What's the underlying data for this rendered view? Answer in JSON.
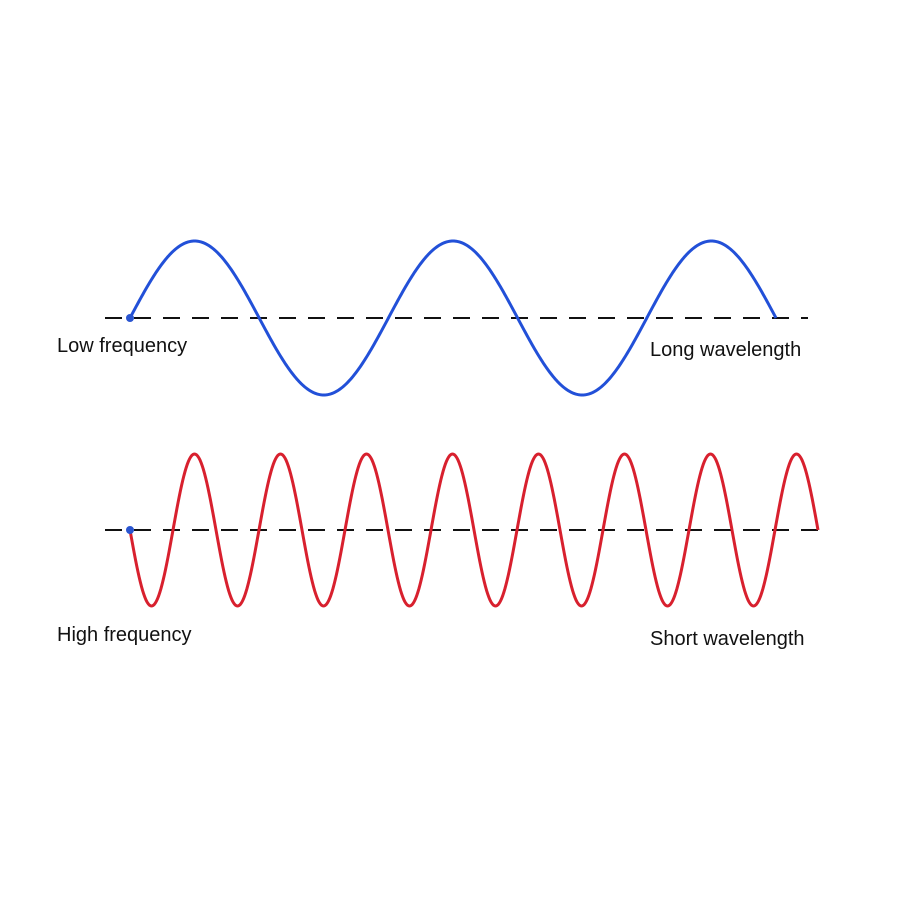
{
  "waves": [
    {
      "name": "low-frequency-wave",
      "left_label": "Low frequency",
      "right_label": "Long wavelength",
      "color": "#2250d8",
      "cycles": 2.5,
      "start_direction": "up"
    },
    {
      "name": "high-frequency-wave",
      "left_label": "High frequency",
      "right_label": "Short wavelength",
      "color": "#d8202e",
      "cycles": 8,
      "start_direction": "down"
    }
  ],
  "colors": {
    "axis": "#111111",
    "start_dot": "#2a55d0"
  }
}
